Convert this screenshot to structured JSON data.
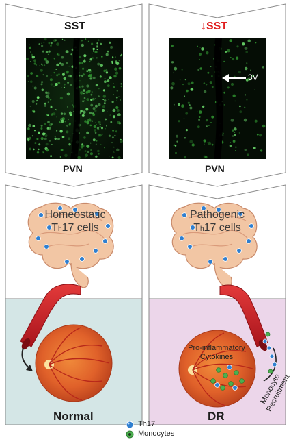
{
  "panels": {
    "top_left": {
      "heading": "SST",
      "footer": "PVN"
    },
    "top_right": {
      "heading_arrow": "↓",
      "heading": "SST",
      "annotation": "3V",
      "footer": "PVN",
      "accent_color": "#e02020"
    },
    "mid_left": {
      "title_line1": "Homeostatic",
      "title_line2_prefix": "T",
      "title_line2_sub": "h",
      "title_line2_suffix": "17 cells"
    },
    "mid_right": {
      "title_line1": "Pathogenic",
      "title_line2_prefix": "T",
      "title_line2_sub": "h",
      "title_line2_suffix": "17 cells"
    },
    "bottom_left": {
      "label": "Normal",
      "background": "#d4e6e6"
    },
    "bottom_right": {
      "label": "DR",
      "cytokine_line1": "Pro-inflammatory",
      "cytokine_line2": "Cytokines",
      "recruitment_line1": "Monocyte",
      "recruitment_line2": "Recruitment",
      "background": "#ecd6ea"
    }
  },
  "legend": [
    {
      "icon": "th17-cell-icon",
      "label": "Th17",
      "color": "#2f7fd0"
    },
    {
      "icon": "monocyte-icon",
      "label": "Monocytes",
      "color": "#4caf50"
    }
  ],
  "colors": {
    "vessel": "#c8202a",
    "retina": "#e8642a",
    "intestine": "#f2c6a4"
  }
}
